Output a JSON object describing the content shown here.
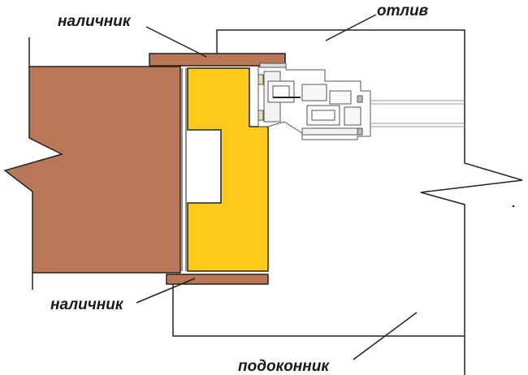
{
  "labels": {
    "top_left": "наличник",
    "top_right": "отлив",
    "bottom_left": "наличник",
    "bottom_right": "подоконник"
  },
  "colors": {
    "wall_wood": "#b97756",
    "insulation": "#ffc918",
    "outline": "#222222",
    "frame_fill": "#ffffff",
    "frame_stroke": "#555555",
    "glass_stroke": "#999999",
    "background": "#ffffff"
  }
}
